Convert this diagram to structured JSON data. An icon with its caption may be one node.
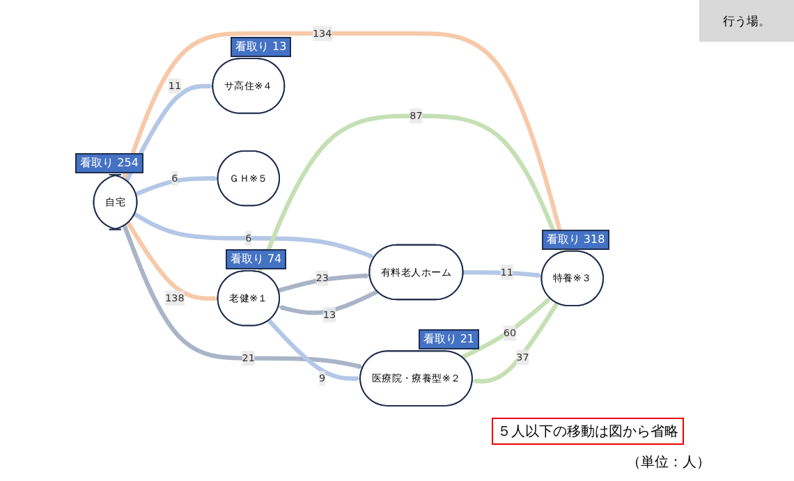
{
  "diagram": {
    "nodes": [
      {
        "text": [
          "自宅"
        ],
        "beside": [
          "看取り 254"
        ]
      },
      {
        "text": [
          "老健※１"
        ],
        "beside": [
          "看取り 74"
        ]
      },
      {
        "text": [
          "有料老人ホーム"
        ]
      },
      {
        "text": [
          "医療院・療養型※２"
        ],
        "beside": [
          "看取り 21"
        ]
      },
      {
        "text": [
          "特養※３"
        ],
        "beside": [
          "看取り 318"
        ]
      },
      {
        "text": [
          "サ高住※４"
        ],
        "beside": [
          "看取り 13"
        ]
      },
      {
        "text": [
          "ＧＨ※５"
        ]
      }
    ],
    "edges": [
      {
        "from": 0,
        "to": 3,
        "arrow": "to",
        "label": "21",
        "color": "#a9b4c6"
      },
      {
        "from": 0,
        "to": 1,
        "arrow": "to",
        "label": "138",
        "color": "#f7c9a8"
      },
      {
        "from": 0,
        "to": 2,
        "arrow": "to",
        "label": "6"
      },
      {
        "from": 0,
        "to": 4,
        "arrow": "to",
        "label": "134",
        "color": "#f7c9a8"
      },
      {
        "from": 0,
        "to": 5,
        "arrow": "to",
        "label": "11"
      },
      {
        "from": 0,
        "to": 6,
        "arrow": "to",
        "label": "6"
      },
      {
        "from": 2,
        "to": 1,
        "arrow": "to",
        "label": "13",
        "color": "#a9b4c6"
      },
      {
        "from": 1,
        "to": 2,
        "arrow": "to",
        "label": "23",
        "color": "#a9b4c6"
      },
      {
        "from": 1,
        "to": 3,
        "arrow": "to",
        "label": "9"
      },
      {
        "from": 1,
        "to": 4,
        "arrow": "to",
        "label": "87",
        "color": "#c5e0b4"
      },
      {
        "from": 2,
        "to": 4,
        "arrow": "to",
        "label": "11"
      },
      {
        "from": 4,
        "to": 3,
        "arrow": "to",
        "label": "37",
        "color": "#c5e0b4"
      },
      {
        "from": 3,
        "to": 4,
        "arrow": "to",
        "label": "60",
        "color": "#c5e0b4"
      }
    ],
    "labels": [
      "行う場。",
      "５人以下の移動は図から省略",
      "（単位：人）"
    ]
  }
}
